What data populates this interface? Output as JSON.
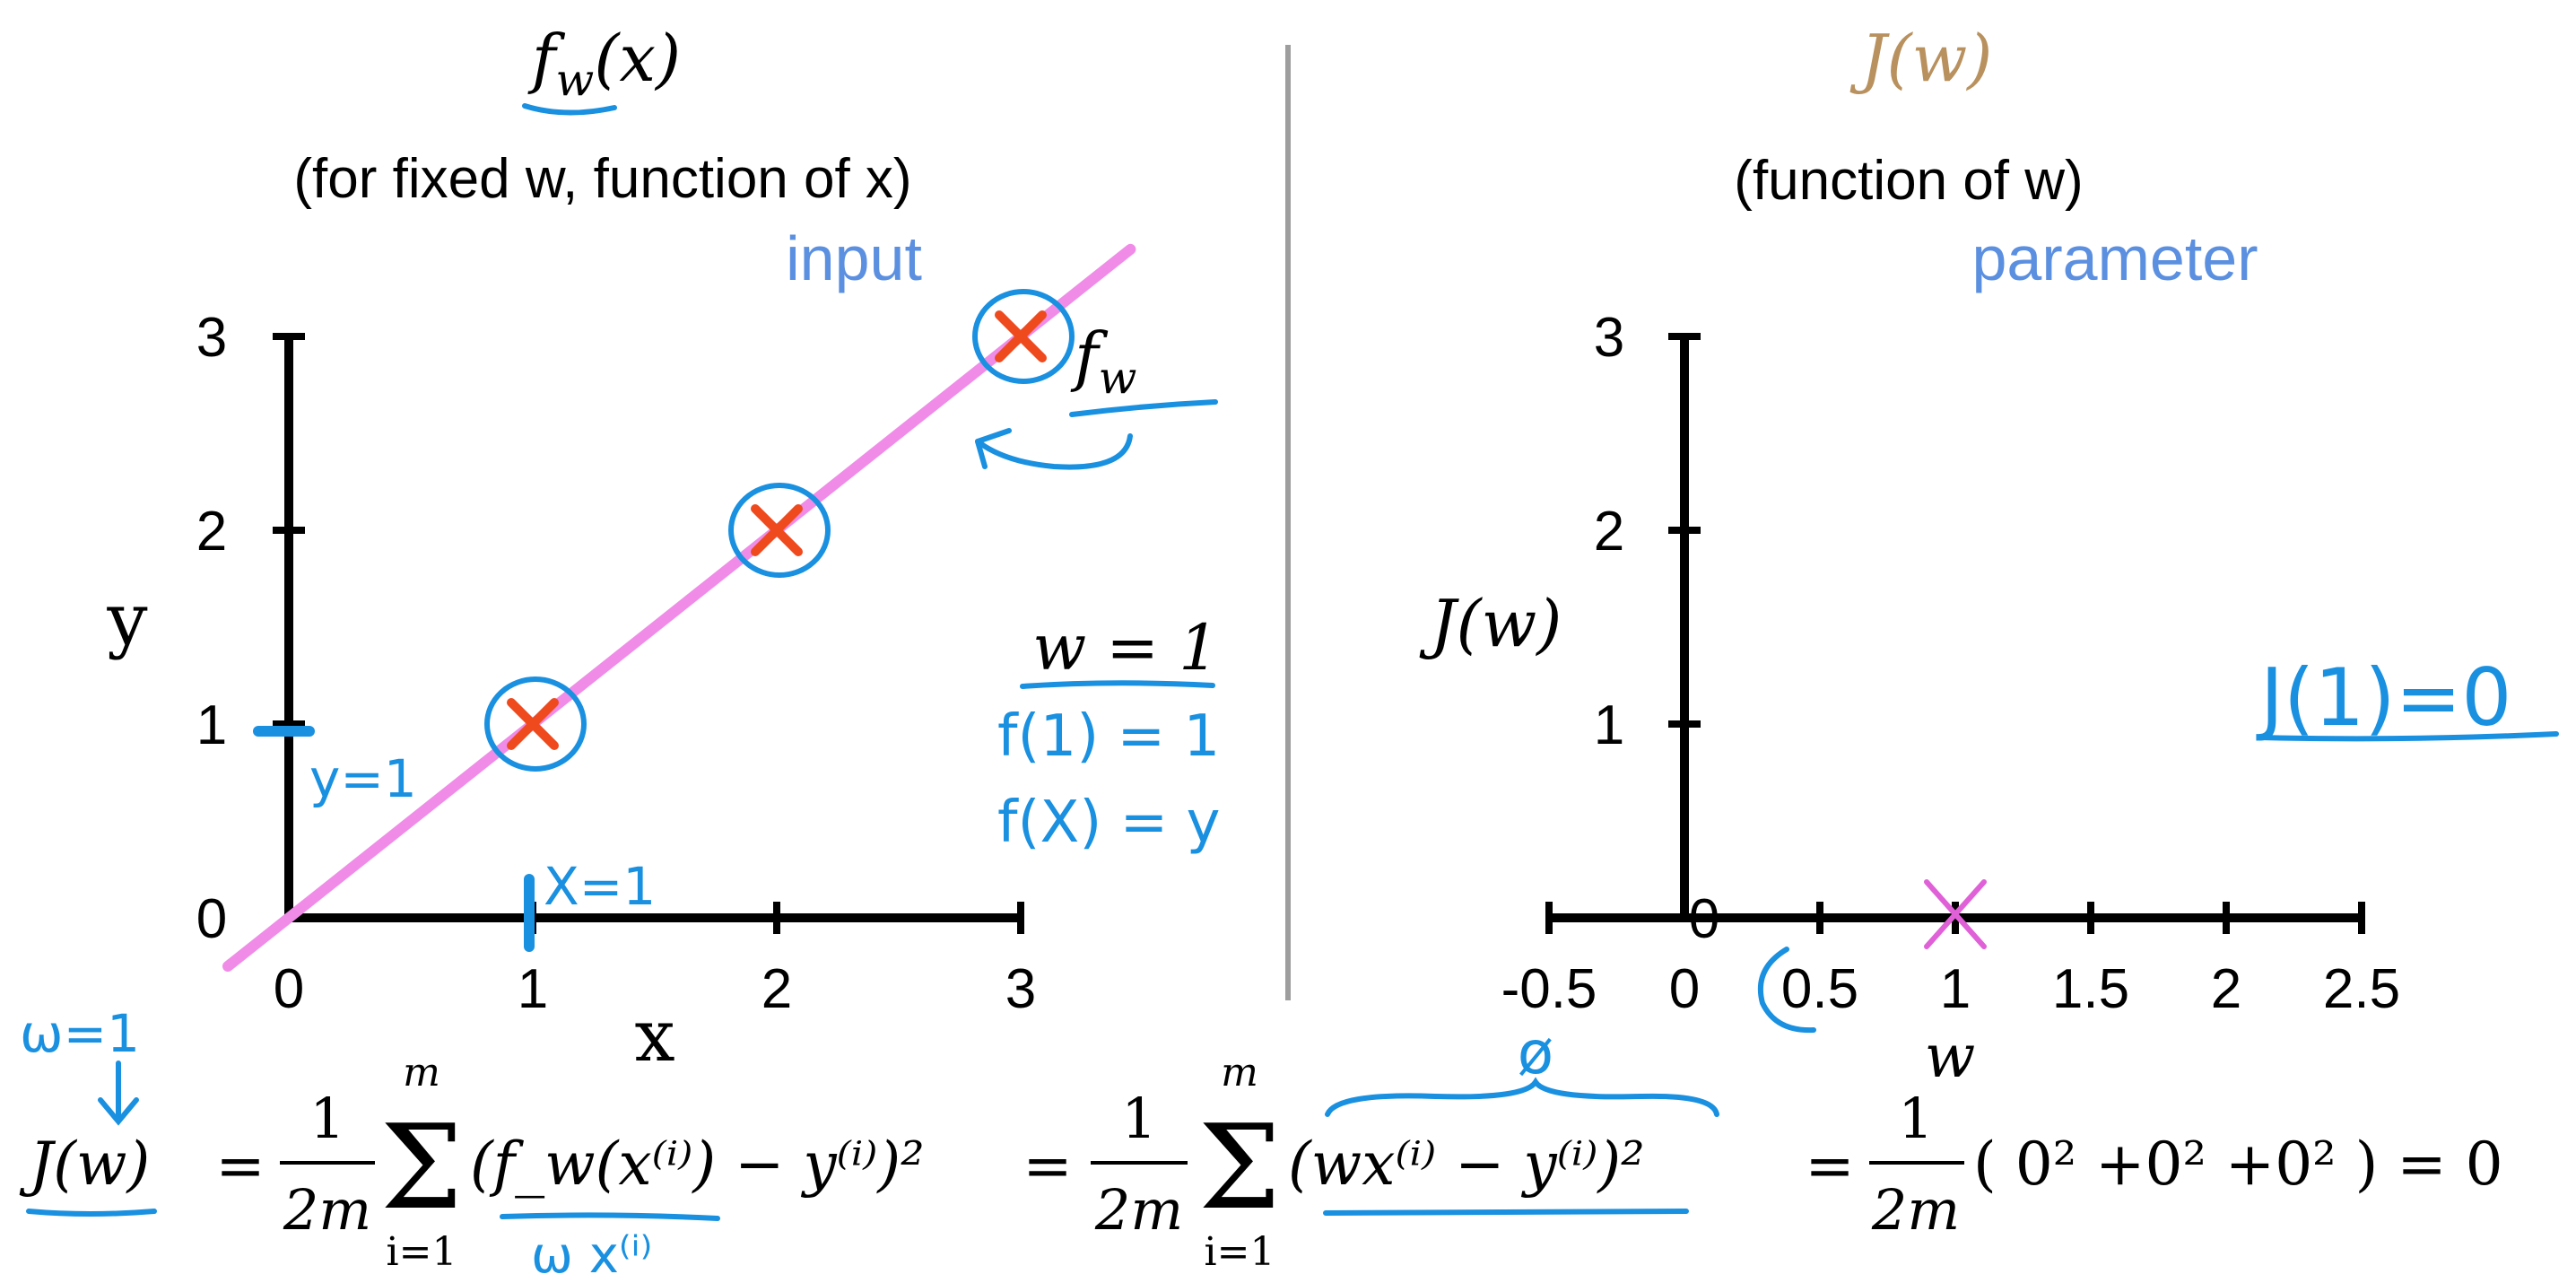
{
  "colors": {
    "axis": "#000000",
    "divider": "#9e9e9e",
    "fit_line": "#f08ce8",
    "data_point": "#ee4a1e",
    "ink": "#1a90e0",
    "label_blue": "#5b8fe0",
    "j_title": "#b8915e",
    "j_marker": "#e060d8"
  },
  "left": {
    "title": "f_w(x)",
    "subtitle": "(for fixed w, function of x)",
    "tag": "input",
    "ylabel": "y",
    "xlabel": "x",
    "x_ticks": [
      "0",
      "1",
      "2",
      "3"
    ],
    "y_ticks": [
      "0",
      "1",
      "2",
      "3"
    ],
    "line_label": "f_w",
    "w_label": "w = 1",
    "ann_f1": "f(1) = 1",
    "ann_fx": "f(X) = y",
    "ann_y1": "y=1",
    "ann_x1": "X=1",
    "ann_w1": "ω=1",
    "ann_wx": "ω x⁽ⁱ⁾",
    "points": [
      [
        1,
        1
      ],
      [
        2,
        2
      ],
      [
        3,
        3
      ]
    ],
    "line": {
      "slope": 1,
      "from_x": -0.25,
      "to_x": 3.45
    }
  },
  "right": {
    "title": "J(w)",
    "subtitle": "(function of w)",
    "tag": "parameter",
    "ylabel": "J(w)",
    "xlabel": "w",
    "x_ticks": [
      "-0.5",
      "0",
      "0.5",
      "1",
      "1.5",
      "2",
      "2.5"
    ],
    "y_ticks": [
      "0",
      "1",
      "2",
      "3"
    ],
    "ann_j": "J(1)=0",
    "points": [
      [
        1,
        0
      ]
    ]
  },
  "formula": {
    "lhs": "J(w)",
    "eq1": "=",
    "frac_num": "1",
    "frac_den": "2m",
    "sum_top": "m",
    "sum_bot": "i=1",
    "term1": "(f_w(x⁽ⁱ⁾) − y⁽ⁱ⁾)²",
    "eq2": "=",
    "term2": "(wx⁽ⁱ⁾ − y⁽ⁱ⁾)²",
    "eq3": "=",
    "term3": "( 0² +0² +0² ) = 0",
    "ann_zero": "ø"
  }
}
